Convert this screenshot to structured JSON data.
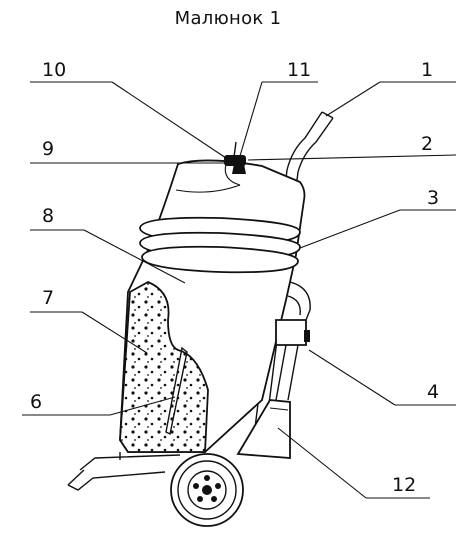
{
  "figure": {
    "caption": "Малюнок 1",
    "callouts": [
      "1",
      "2",
      "3",
      "4",
      "6",
      "7",
      "8",
      "9",
      "10",
      "11",
      "12"
    ]
  },
  "colors": {
    "ink": "#111111",
    "background": "#ffffff"
  }
}
